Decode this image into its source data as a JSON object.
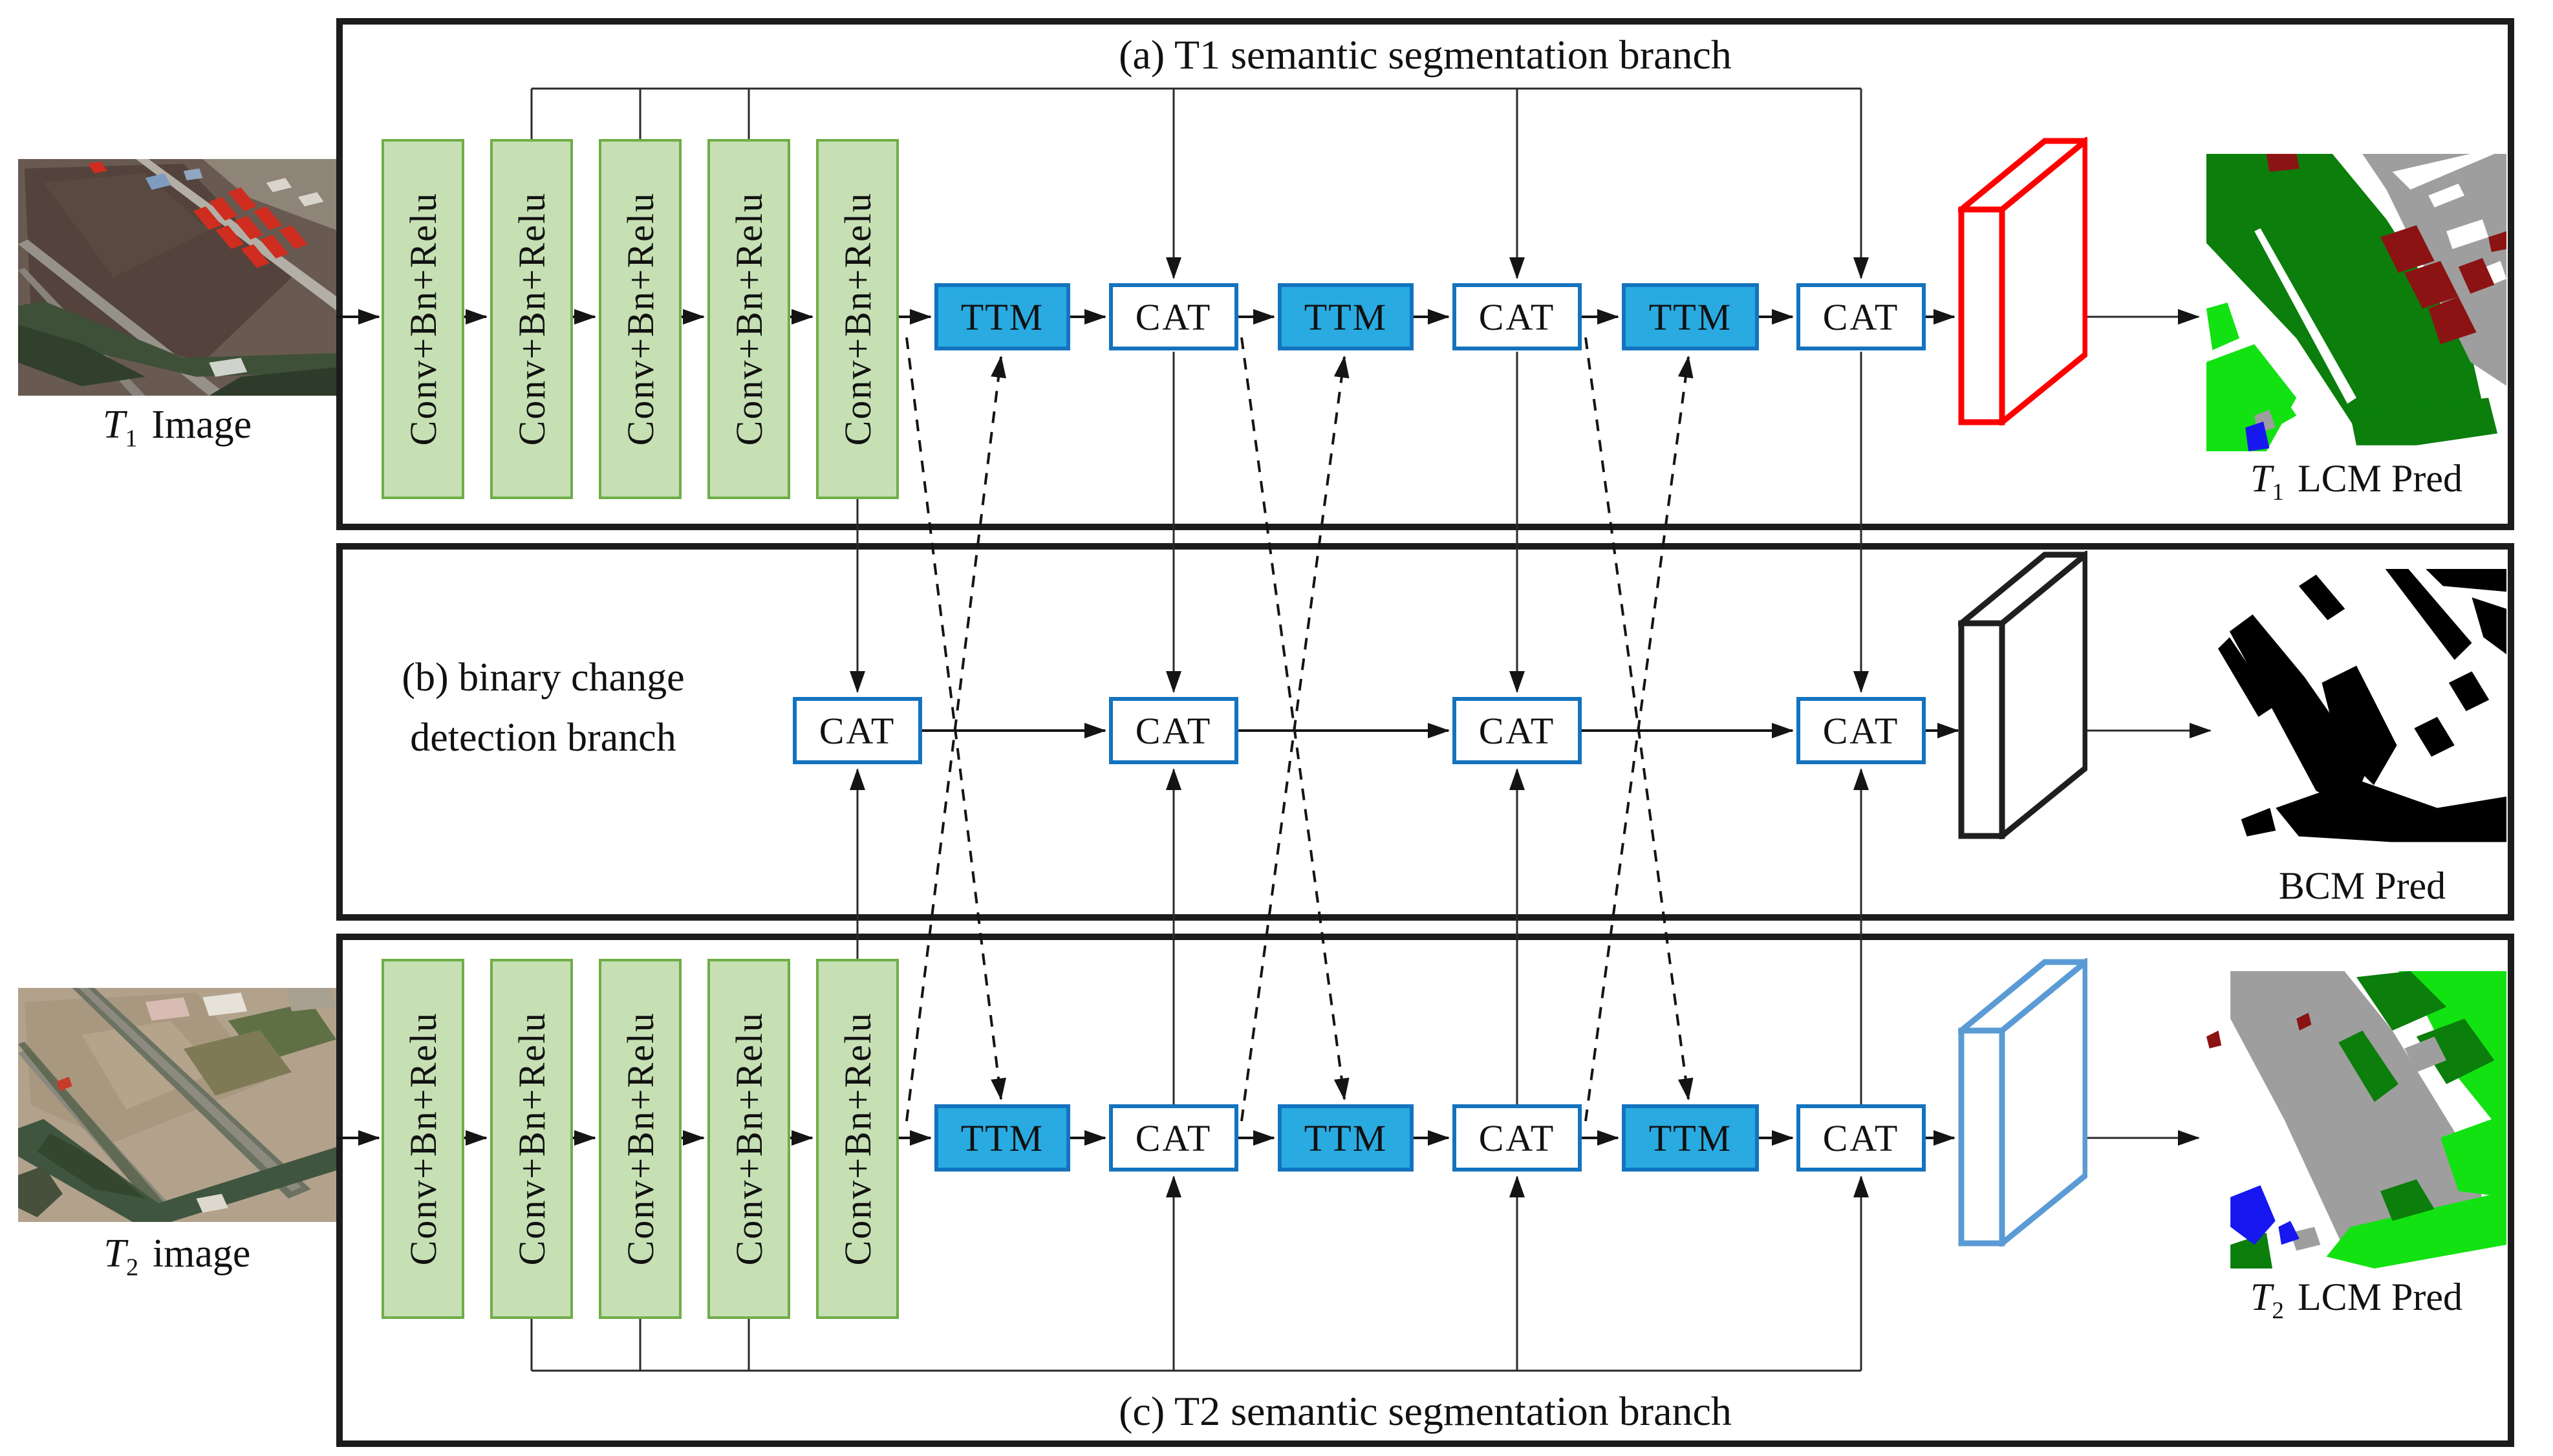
{
  "figure": {
    "branch_a": {
      "title": "(a) T1 semantic segmentation branch"
    },
    "branch_b": {
      "title_line1": "(b) binary change",
      "title_line2": "detection branch"
    },
    "branch_c": {
      "title": "(c) T2 semantic segmentation branch"
    },
    "blocks": {
      "conv": "Conv+Bn+Relu",
      "ttm": "TTM",
      "cat": "CAT"
    },
    "inputs": {
      "t1": {
        "symbol": "T",
        "subscript": "1",
        "caption": "Image"
      },
      "t2": {
        "symbol": "T",
        "subscript": "2",
        "caption": "image"
      }
    },
    "outputs": {
      "t1": {
        "symbol": "T",
        "subscript": "1",
        "caption": "LCM Pred"
      },
      "bcm": {
        "caption": "BCM Pred"
      },
      "t2": {
        "symbol": "T",
        "subscript": "2",
        "caption": "LCM Pred"
      }
    },
    "colors": {
      "conv_fill": "#c6e0b4",
      "conv_border": "#70ad47",
      "ttm_fill": "#29abe2",
      "blue_border": "#1473be",
      "slab_red": "#fe0000",
      "slab_black": "#1f1f1f",
      "slab_blue": "#5b9bd5",
      "map_white": "#ffffff",
      "map_gray": "#9e9e9e",
      "map_darkgreen": "#0b7e0b",
      "map_brightgreen": "#12e212",
      "map_darkred": "#8c1313",
      "map_blue": "#1717f0",
      "map_black": "#000000"
    }
  }
}
